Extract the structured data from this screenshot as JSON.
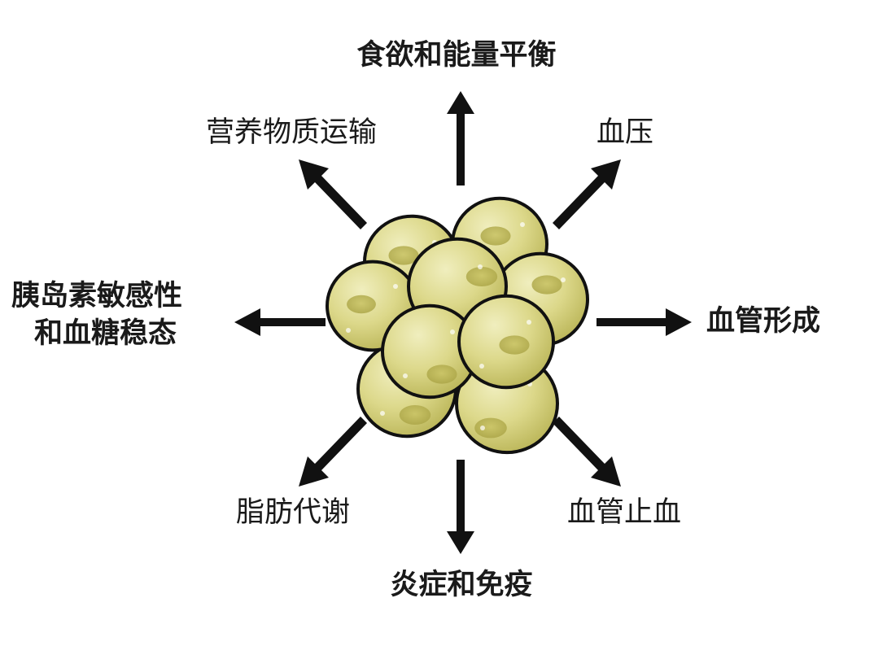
{
  "diagram": {
    "center": {
      "cell_fill": "#d6d17a",
      "cell_fill_light": "#f0eebe",
      "cell_spot": "#b9b455",
      "cell_outline": "#111111"
    },
    "arrow_color": "#111111",
    "labels": {
      "appetite_energy": "食欲和能量平衡",
      "nutrient_transport": "营养物质运输",
      "blood_pressure": "血压",
      "insulin_line1": "胰岛素敏感性",
      "insulin_line2": "和血糖稳态",
      "angiogenesis": "血管形成",
      "lipid_metabolism": "脂肪代谢",
      "vascular_hemostasis": "血管止血",
      "inflammation_immunity": "炎症和免疫"
    }
  }
}
